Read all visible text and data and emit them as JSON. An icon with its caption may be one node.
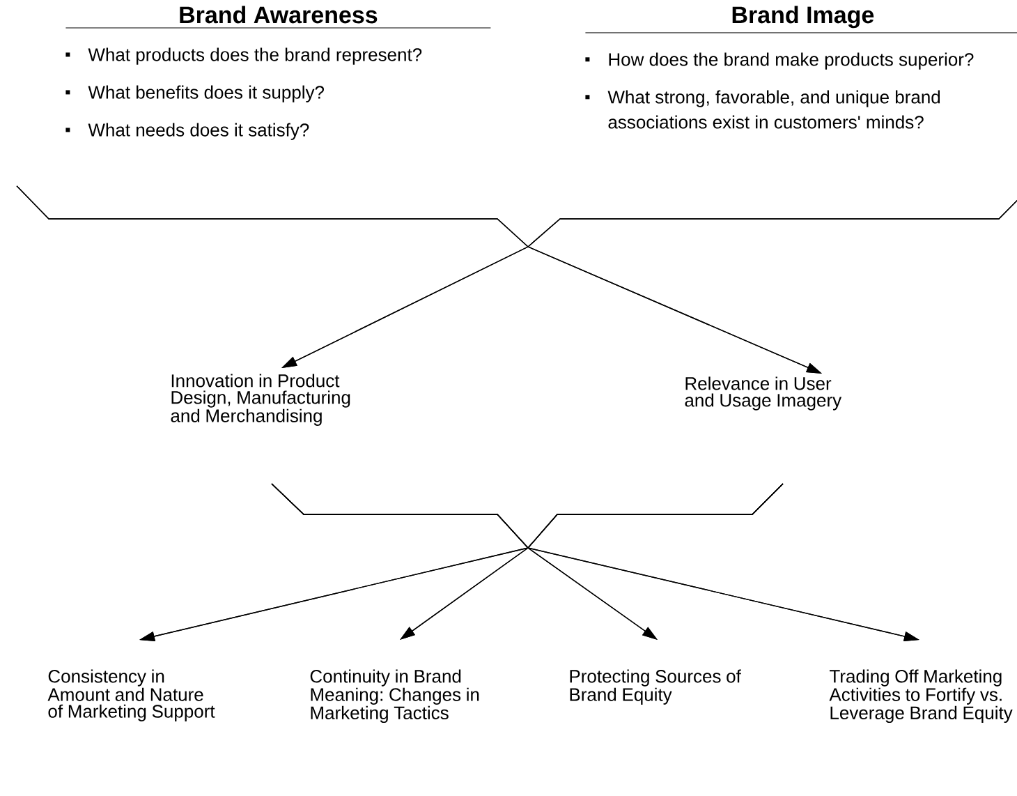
{
  "diagram": {
    "nodes": [
      {
        "text": [
          "Brand Awareness",
          "What products does the brand represent?",
          "What benefits does it supply?",
          "What needs does it satisfy?"
        ]
      },
      {
        "text": [
          "Brand Image",
          "How does the brand make products superior?",
          "What strong, favorable, and unique brand associations exist in customers' minds?"
        ]
      },
      {
        "text": [
          "Innovation in Product Design, Manufacturing and Merchandising"
        ]
      },
      {
        "text": [
          "Relevance in User and Usage Imagery"
        ]
      },
      {
        "text": [
          "Consistency in Amount and Nature of Marketing Support"
        ]
      },
      {
        "text": [
          "Continuity in Brand Meaning: Changes in Marketing Tactics"
        ]
      },
      {
        "text": [
          "Protecting Sources of Brand Equity"
        ]
      },
      {
        "text": [
          "Trading Off Marketing Activities to Fortify vs. Leverage Brand Equity"
        ]
      }
    ],
    "edges": [
      {
        "from": 0,
        "to": 2,
        "arrow": "to"
      },
      {
        "from": 0,
        "to": 3,
        "arrow": "to"
      },
      {
        "from": 1,
        "to": 2,
        "arrow": "to"
      },
      {
        "from": 1,
        "to": 3,
        "arrow": "to"
      },
      {
        "from": 2,
        "to": 4,
        "arrow": "to"
      },
      {
        "from": 2,
        "to": 5,
        "arrow": "to"
      },
      {
        "from": 2,
        "to": 6,
        "arrow": "to"
      },
      {
        "from": 2,
        "to": 7,
        "arrow": "to"
      },
      {
        "from": 3,
        "to": 4,
        "arrow": "to"
      },
      {
        "from": 3,
        "to": 5,
        "arrow": "to"
      },
      {
        "from": 3,
        "to": 6,
        "arrow": "to"
      },
      {
        "from": 3,
        "to": 7,
        "arrow": "to"
      }
    ]
  }
}
